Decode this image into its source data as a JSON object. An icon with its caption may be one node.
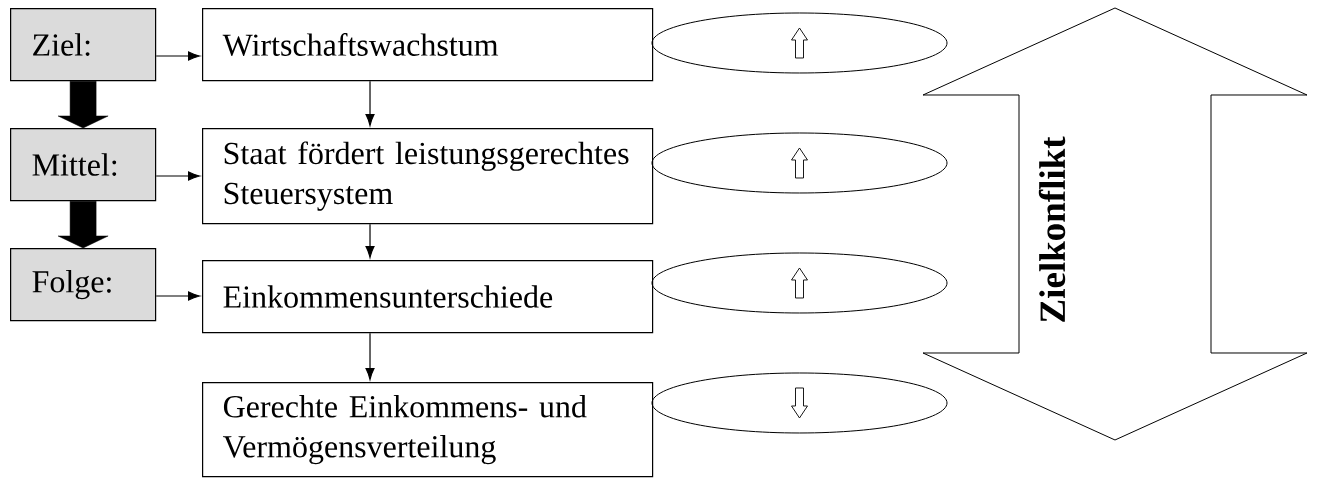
{
  "diagram": {
    "nodes": [
      {
        "text": [
          "Ziel:"
        ]
      },
      {
        "text": [
          "Mittel:"
        ]
      },
      {
        "text": [
          "Folge:"
        ]
      },
      {
        "text": [
          "Wirtschaftswachstum"
        ]
      },
      {
        "text": [
          "Staat fördert leistungsgerechtes Steuersystem"
        ]
      },
      {
        "text": [
          "Einkommensunterschiede"
        ]
      },
      {
        "text": [
          "Gerechte Einkommens- und Vermögensverteilung"
        ]
      },
      {
        "text": [],
        "shape": "ellipse"
      },
      {
        "text": [],
        "shape": "ellipse"
      },
      {
        "text": [],
        "shape": "ellipse"
      },
      {
        "text": [],
        "shape": "ellipse"
      },
      {
        "text": [
          "Zielkonflikt"
        ]
      }
    ],
    "edges": [
      {
        "from": 0,
        "to": 3,
        "arrow": "to"
      },
      {
        "from": 1,
        "to": 4,
        "arrow": "to"
      },
      {
        "from": 2,
        "to": 5,
        "arrow": "to"
      },
      {
        "from": 3,
        "to": 4,
        "arrow": "to"
      },
      {
        "from": 4,
        "to": 5,
        "arrow": "to"
      },
      {
        "from": 5,
        "to": 6,
        "arrow": "to"
      },
      {
        "from": 0,
        "to": 1,
        "arrow": "to",
        "style": "thick"
      },
      {
        "from": 1,
        "to": 2,
        "arrow": "to",
        "style": "thick"
      }
    ]
  }
}
